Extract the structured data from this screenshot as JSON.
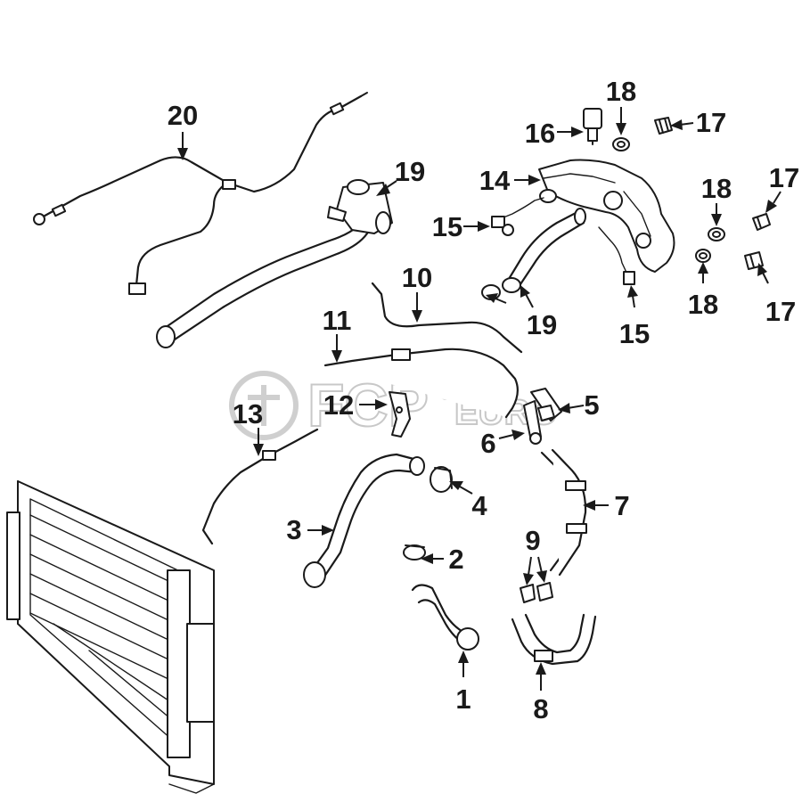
{
  "watermark": {
    "brand": "FCP",
    "brand_suffix": "EURO",
    "registered_mark": "®",
    "color": "#c8c8c8"
  },
  "callouts": [
    {
      "id": "1",
      "label": "1"
    },
    {
      "id": "2",
      "label": "2"
    },
    {
      "id": "3",
      "label": "3"
    },
    {
      "id": "4",
      "label": "4"
    },
    {
      "id": "5",
      "label": "5"
    },
    {
      "id": "6",
      "label": "6"
    },
    {
      "id": "7",
      "label": "7"
    },
    {
      "id": "8",
      "label": "8"
    },
    {
      "id": "9",
      "label": "9"
    },
    {
      "id": "10",
      "label": "10"
    },
    {
      "id": "11",
      "label": "11"
    },
    {
      "id": "12",
      "label": "12"
    },
    {
      "id": "13",
      "label": "13"
    },
    {
      "id": "14",
      "label": "14"
    },
    {
      "id": "15a",
      "label": "15"
    },
    {
      "id": "15b",
      "label": "15"
    },
    {
      "id": "16",
      "label": "16"
    },
    {
      "id": "17a",
      "label": "17"
    },
    {
      "id": "17b",
      "label": "17"
    },
    {
      "id": "17c",
      "label": "17"
    },
    {
      "id": "18a",
      "label": "18"
    },
    {
      "id": "18b",
      "label": "18"
    },
    {
      "id": "18c",
      "label": "18"
    },
    {
      "id": "19a",
      "label": "19"
    },
    {
      "id": "19b",
      "label": "19"
    },
    {
      "id": "20",
      "label": "20"
    }
  ],
  "colors": {
    "line": "#1a1a1a",
    "background": "#ffffff"
  }
}
